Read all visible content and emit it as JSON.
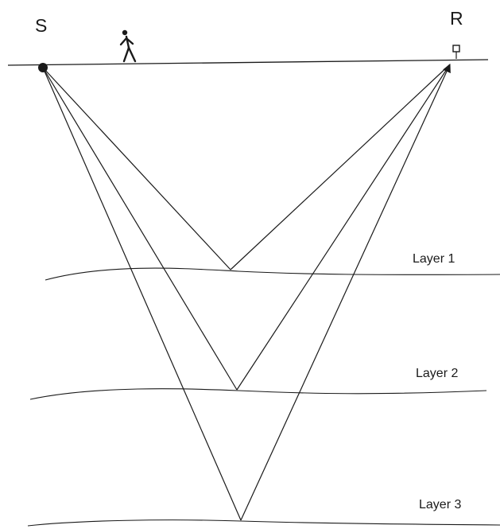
{
  "labels": {
    "source": "S",
    "receiver": "R",
    "layers": [
      "Layer 1",
      "Layer 2",
      "Layer 3"
    ]
  },
  "icons": {
    "walker": "walking-person-icon",
    "source_marker": "source-dot-icon",
    "receiver_marker": "receiver-square-icon"
  },
  "colors": {
    "ink": "#1a1a1a",
    "background": "#ffffff"
  }
}
